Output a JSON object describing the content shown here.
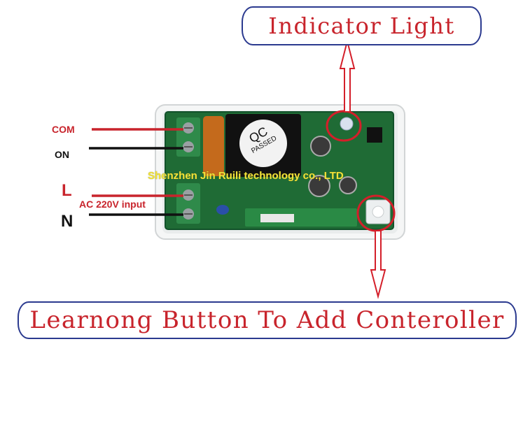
{
  "callouts": {
    "indicator": "Indicator Light",
    "learning_button": "Learnong Button To Add Conteroller"
  },
  "terminals": {
    "com": "COM",
    "on": "ON",
    "l": "L",
    "ac_input": "AC 220V input",
    "n": "N"
  },
  "relay_sticker": {
    "line1": "QC",
    "line2": "PASSED"
  },
  "watermark": "Shenzhen Jin Ruili technology co., LTD",
  "colors": {
    "callout_text": "#c8242c",
    "callout_border": "#2b3a8f",
    "hot_wire": "#c8242c",
    "neutral_wire": "#111111",
    "pcb": "#1f6b35",
    "highlight_circle": "#d41f2a"
  }
}
